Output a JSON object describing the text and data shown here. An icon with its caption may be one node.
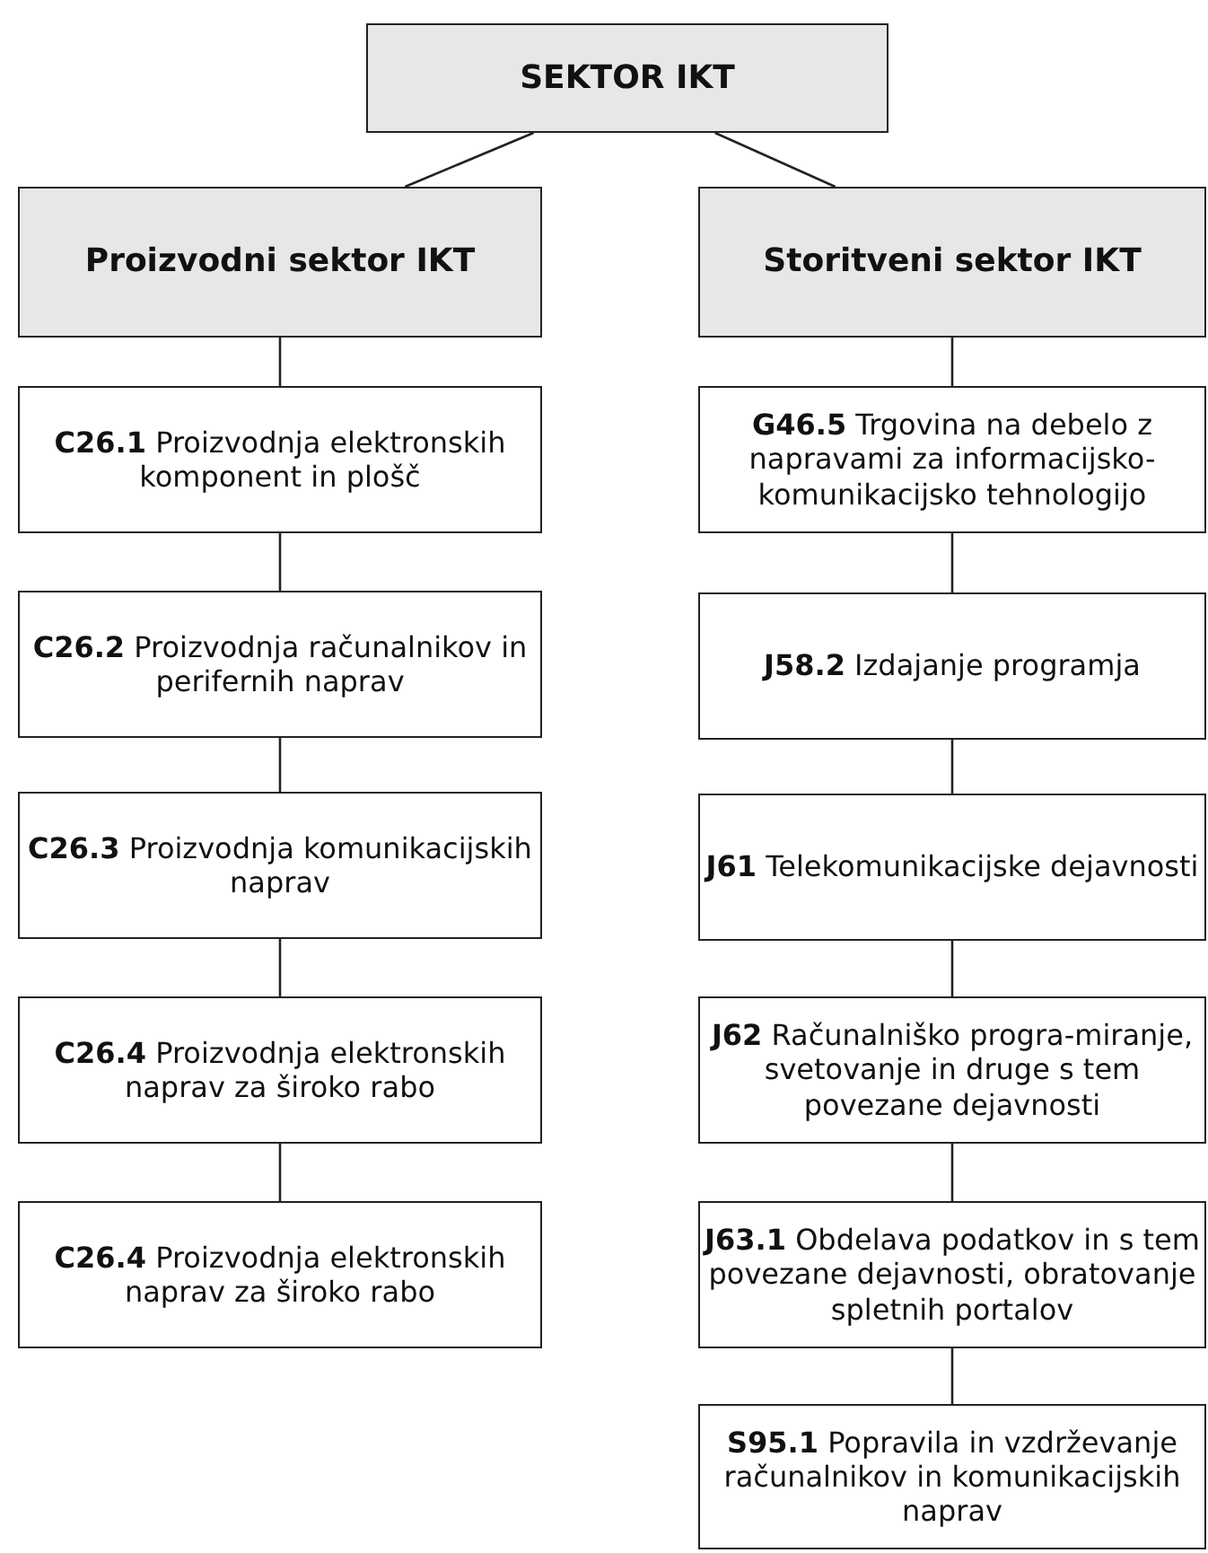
{
  "diagram": {
    "nodes": [
      {
        "text": [
          "SEKTOR IKT"
        ]
      },
      {
        "text": [
          "Proizvodni sektor IKT"
        ]
      },
      {
        "text": [
          "Storitveni sektor IKT"
        ]
      },
      {
        "text": [
          "**C26.1** Proizvodnja elektronskih komponent in plošč"
        ]
      },
      {
        "text": [
          "**C26.2** Proizvodnja računalnikov in perifernih naprav"
        ]
      },
      {
        "text": [
          "**C26.3** Proizvodnja komunikacijskih naprav"
        ]
      },
      {
        "text": [
          "**C26.4** Proizvodnja elektronskih naprav za široko rabo"
        ]
      },
      {
        "text": [
          "**C26.4** Proizvodnja elektronskih naprav za široko rabo"
        ]
      },
      {
        "text": [
          "**G46.5** Trgovina na debelo z napravami za informacijsko-komunikacijsko tehnologijo"
        ]
      },
      {
        "text": [
          "**J58.2** Izdajanje programja"
        ]
      },
      {
        "text": [
          "**J61** Telekomunikacijske dejavnosti"
        ]
      },
      {
        "text": [
          "**J62** Računalniško progra-miranje, svetovanje in druge s tem povezane dejavnosti"
        ]
      },
      {
        "text": [
          "**J63.1** Obdelava podatkov in s tem povezane dejavnosti, obratovanje spletnih portalov"
        ]
      },
      {
        "text": [
          "**S95.1** Popravila in vzdrževanje računalnikov in komunikacijskih naprav"
        ]
      }
    ],
    "edges": [
      {
        "from": 0,
        "to": 1,
        "arrow": "none"
      },
      {
        "from": 0,
        "to": 2,
        "arrow": "none"
      },
      {
        "from": 1,
        "to": 3,
        "arrow": "none"
      },
      {
        "from": 3,
        "to": 4,
        "arrow": "none"
      },
      {
        "from": 4,
        "to": 5,
        "arrow": "none"
      },
      {
        "from": 5,
        "to": 6,
        "arrow": "none"
      },
      {
        "from": 6,
        "to": 7,
        "arrow": "none"
      },
      {
        "from": 2,
        "to": 8,
        "arrow": "none"
      },
      {
        "from": 8,
        "to": 9,
        "arrow": "none"
      },
      {
        "from": 9,
        "to": 10,
        "arrow": "none"
      },
      {
        "from": 10,
        "to": 11,
        "arrow": "none"
      },
      {
        "from": 11,
        "to": 12,
        "arrow": "none"
      },
      {
        "from": 12,
        "to": 13,
        "arrow": "none"
      }
    ]
  }
}
